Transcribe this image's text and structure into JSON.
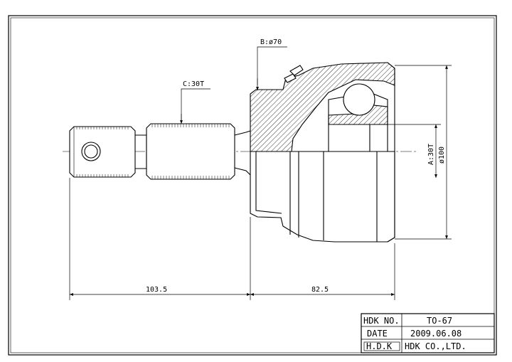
{
  "dimensions": {
    "b_label": "B:ø70",
    "c_label": "C:30T",
    "a_label": "A:30T",
    "dia_label": "ø100",
    "left_length": "103.5",
    "right_length": "82.5"
  },
  "title_block": {
    "row1_label": "HDK NO.",
    "row1_value": "TO-67",
    "row2_label": "DATE",
    "row2_value": "2009.06.08",
    "row3_label": "H.D.K",
    "row3_value": "HDK CO.,LTD."
  }
}
